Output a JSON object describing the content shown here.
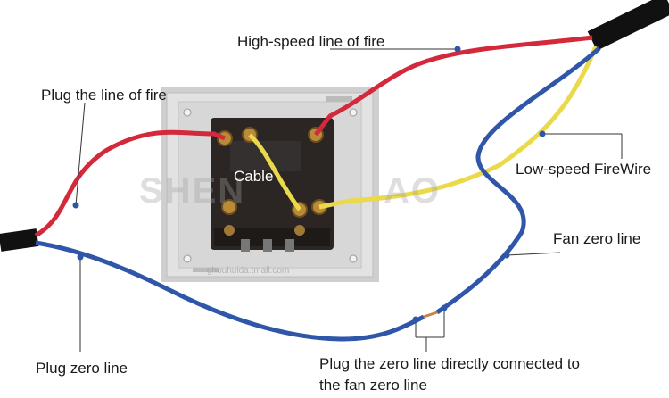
{
  "labels": {
    "high_speed_fire": "High-speed line of fire",
    "plug_fire": "Plug the line of fire",
    "cable": "Cable",
    "low_speed": "Low-speed FireWire",
    "fan_zero": "Fan zero line",
    "plug_zero": "Plug zero line",
    "connect_line1": "Plug the zero line directly connected to",
    "connect_line2": "the fan zero line"
  },
  "watermark": {
    "left": "SHEN",
    "right": "AO",
    "url": "ghouhuida.tmall.com"
  },
  "colors": {
    "red_wire": "#d4293b",
    "blue_wire": "#2f56a8",
    "yellow_wire": "#ead94a",
    "plate": "#dcdcdc",
    "switch_body": "#2b2623"
  }
}
